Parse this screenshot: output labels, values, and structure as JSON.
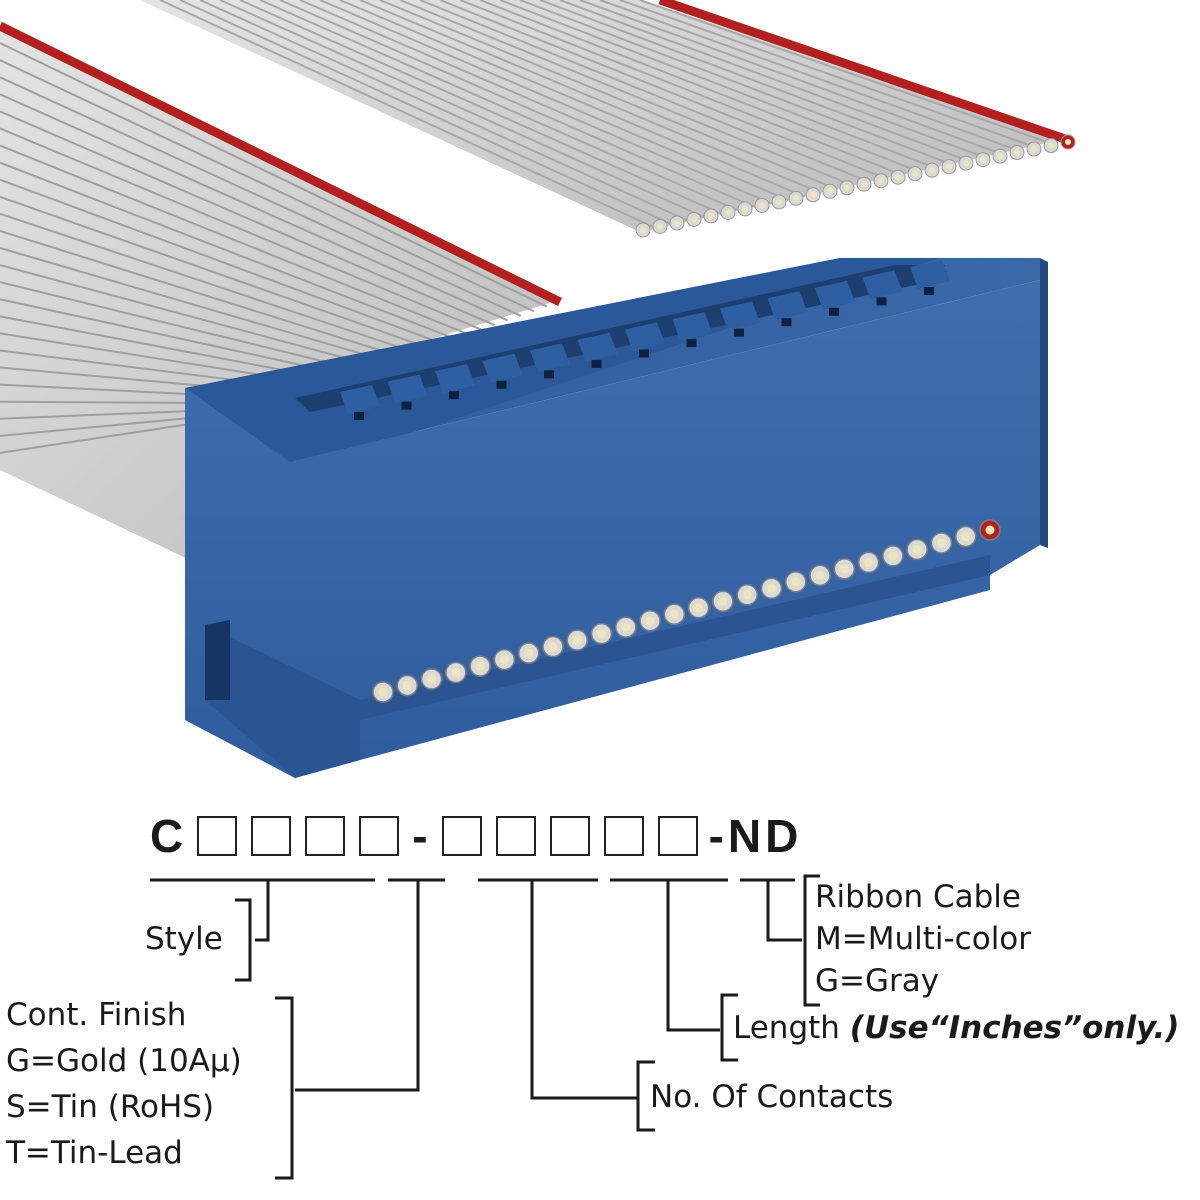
{
  "part_number": {
    "prefix": "C",
    "group1_boxes": 4,
    "separator": "-",
    "group2_boxes": 5,
    "suffix": "-ND"
  },
  "labels": {
    "style": "Style",
    "cont_finish": {
      "title": "Cont. Finish",
      "options": [
        "G=Gold (10Aμ)",
        "S=Tin (RoHS)",
        "T=Tin-Lead"
      ]
    },
    "no_of_contacts": "No. Of Contacts",
    "length": {
      "title": "Length",
      "note_open": "(Use",
      "note_quoted": "“Inches”",
      "note_close": "only.)"
    },
    "ribbon_cable": {
      "title": "Ribbon Cable",
      "options": [
        "M=Multi-color",
        "G=Gray"
      ]
    }
  },
  "colors": {
    "connector_blue": "#3a68a8",
    "connector_dark": "#22487e",
    "cable_gray": "#cfcfcf",
    "stripe_red": "#b22020",
    "pin_gold": "#f0e6bc"
  },
  "illustration": {
    "subject": "blue-idc-card-edge-connector-with-gray-ribbon-cable",
    "wire_count": 26
  }
}
